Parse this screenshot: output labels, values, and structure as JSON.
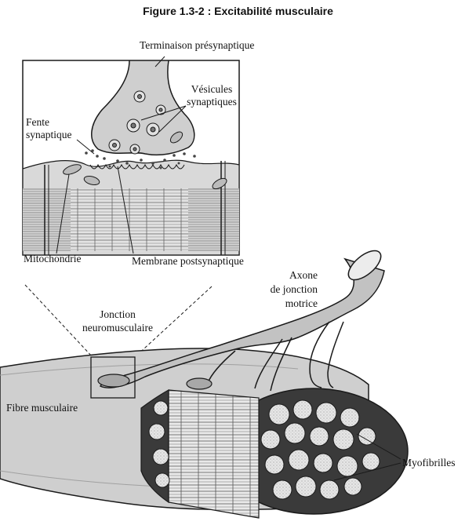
{
  "figure": {
    "title": "Figure 1.3-2  : Excitabilité musculaire"
  },
  "labels": {
    "terminaison": "Terminaison présynaptique",
    "vesicules_1": "Vésicules",
    "vesicules_2": "synaptiques",
    "fente_1": "Fente",
    "fente_2": "synaptique",
    "mitochondrie": "Mitochondrie",
    "membrane": "Membrane postsynaptique",
    "axone_1": "Axone",
    "axone_2": "de jonction",
    "axone_3": "motrice",
    "jonction_1": "Jonction",
    "jonction_2": "neuromusculaire",
    "fibre": "Fibre musculaire",
    "myofibrilles": "Myofibrilles"
  },
  "colors": {
    "outline": "#1a1a1a",
    "fiber_fill": "#cfcfcf",
    "nerve_fill": "#bdbdbd",
    "dark_section": "#3a3a3a",
    "myofibril_fill": "#d8d8d8"
  }
}
